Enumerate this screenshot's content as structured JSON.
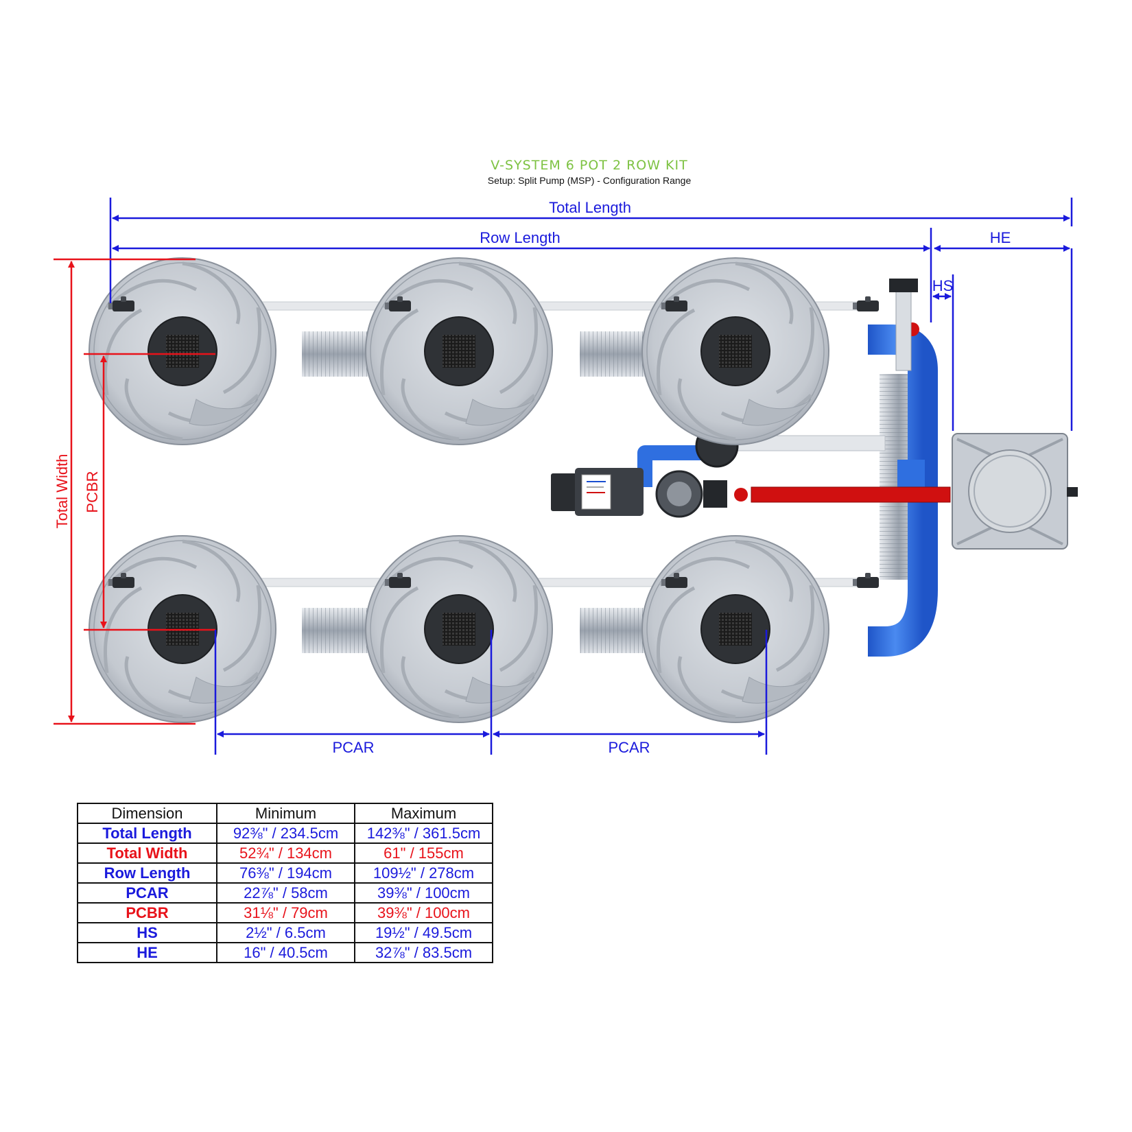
{
  "title": "V-SYSTEM 6 POT 2 ROW KIT",
  "subtitle": "Setup: Split Pump (MSP) - Configuration Range",
  "colors": {
    "blue": "#1a1adc",
    "red": "#e8121a",
    "title_green": "#7dc242",
    "pipe_blue": "#2f6fe0",
    "pot_grey": "#c4c9d0"
  },
  "labels": {
    "total_length": "Total Length",
    "row_length": "Row Length",
    "he": "HE",
    "hs": "HS",
    "total_width": "Total Width",
    "pcbr": "PCBR",
    "pcar_1": "PCAR",
    "pcar_2": "PCAR"
  },
  "table": {
    "headers": [
      "Dimension",
      "Minimum",
      "Maximum"
    ],
    "rows": [
      {
        "name": "Total Length",
        "min": "92⅜\" / 234.5cm",
        "max": "142⅜\" / 361.5cm",
        "color": "blue"
      },
      {
        "name": "Total Width",
        "min": "52¾\" / 134cm",
        "max": "61\" / 155cm",
        "color": "red"
      },
      {
        "name": "Row Length",
        "min": "76⅜\" / 194cm",
        "max": "109½\" / 278cm",
        "color": "blue"
      },
      {
        "name": "PCAR",
        "min": "22⅞\" / 58cm",
        "max": "39⅜\" / 100cm",
        "color": "blue"
      },
      {
        "name": "PCBR",
        "min": "31⅛\" / 79cm",
        "max": "39⅜\" / 100cm",
        "color": "red"
      },
      {
        "name": "HS",
        "min": "2½\" / 6.5cm",
        "max": "19½\" / 49.5cm",
        "color": "blue"
      },
      {
        "name": "HE",
        "min": "16\" / 40.5cm",
        "max": "32⅞\" / 83.5cm",
        "color": "blue"
      }
    ]
  }
}
